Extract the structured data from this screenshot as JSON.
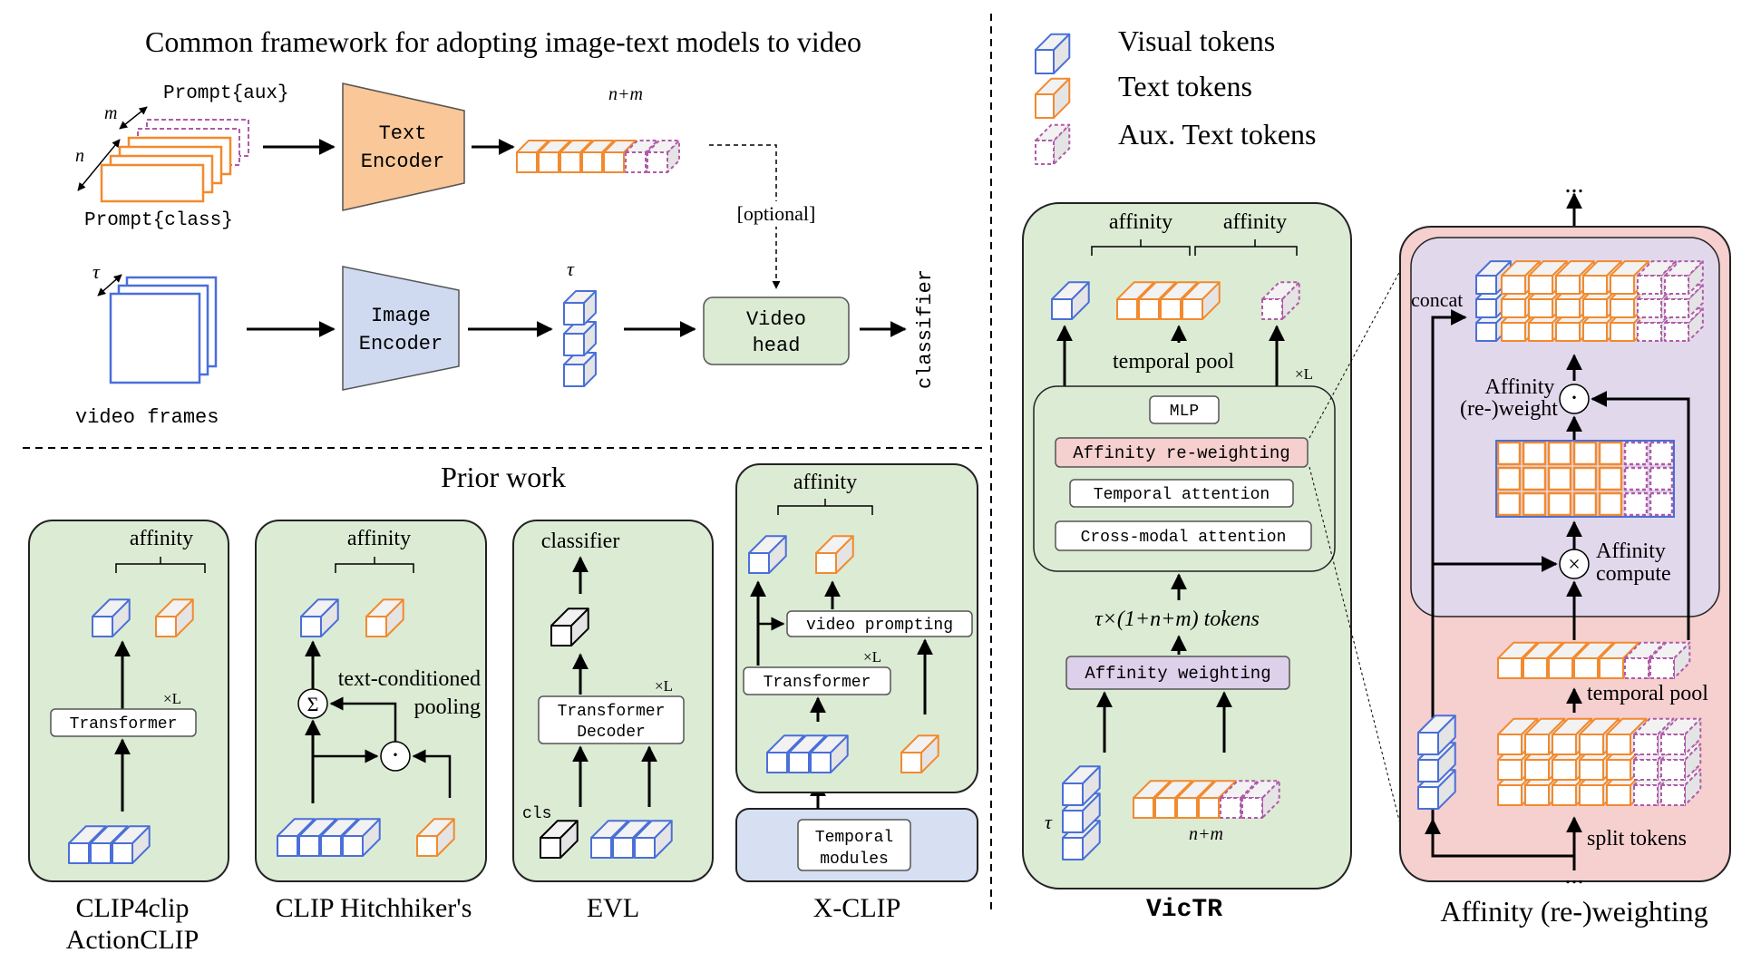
{
  "colors": {
    "visual": "#4a6fd8",
    "text": "#f28a2e",
    "aux": "#b05aa8",
    "green_bg": "#dcebd4",
    "blue_bg": "#d6e0f2",
    "pink_bg": "#f6cfcf",
    "purple_bg": "#e2d8ec",
    "text_encoder": "#f9c798",
    "image_encoder": "#cfdaf0",
    "highlight": "#f6cfcf",
    "aff_weight": "#ddd0ea"
  },
  "framework": {
    "title": "Common framework for adopting image-text models to video",
    "prompt_aux": "Prompt{aux}",
    "prompt_class": "Prompt{class}",
    "m": "m",
    "n": "n",
    "text_encoder": [
      "Text",
      "Encoder"
    ],
    "n_plus_m": "n+m",
    "optional": "[optional]",
    "tau": "τ",
    "image_encoder": [
      "Image",
      "Encoder"
    ],
    "video_frames": "video frames",
    "video_head": [
      "Video",
      "head"
    ],
    "classifier": "classifier"
  },
  "legend": {
    "visual": "Visual tokens",
    "text": "Text tokens",
    "aux": "Aux. Text tokens"
  },
  "prior": {
    "title": "Prior work",
    "clip4clip": {
      "affinity": "affinity",
      "transformer": "Transformer",
      "xl": "×L",
      "caption": [
        "CLIP4clip",
        "ActionCLIP"
      ]
    },
    "hitchhiker": {
      "affinity": "affinity",
      "pooling": [
        "text-conditioned",
        "pooling"
      ],
      "sigma": "Σ",
      "dot": "·",
      "caption": "CLIP Hitchhiker's"
    },
    "evl": {
      "classifier": "classifier",
      "decoder": [
        "Transformer",
        "Decoder"
      ],
      "xl": "×L",
      "cls": "cls",
      "caption": "EVL"
    },
    "xclip": {
      "affinity": "affinity",
      "video_prompting": "video prompting",
      "xl": "×L",
      "transformer": "Transformer",
      "temporal": [
        "Temporal",
        "modules"
      ],
      "caption": "X-CLIP"
    }
  },
  "victr": {
    "affinity1": "affinity",
    "affinity2": "affinity",
    "temporal_pool": "temporal pool",
    "xl": "×L",
    "mlp": "MLP",
    "reweighting": "Affinity re-weighting",
    "temporal_attention": "Temporal attention",
    "cross_modal": "Cross-modal attention",
    "tokens": "τ×(1+n+m) tokens",
    "aff_weighting": "Affinity weighting",
    "tau": "τ",
    "n_plus_m": "n+m",
    "caption": "VicTR"
  },
  "reweight": {
    "dots_top": "...",
    "concat": "concat",
    "aff_weight": [
      "Affinity",
      "(re-)weight"
    ],
    "aff_compute": [
      "Affinity",
      "compute"
    ],
    "temporal_pool": "temporal pool",
    "split_tokens": "split tokens",
    "dots_bottom": "...",
    "caption": "Affinity (re-)weighting"
  }
}
